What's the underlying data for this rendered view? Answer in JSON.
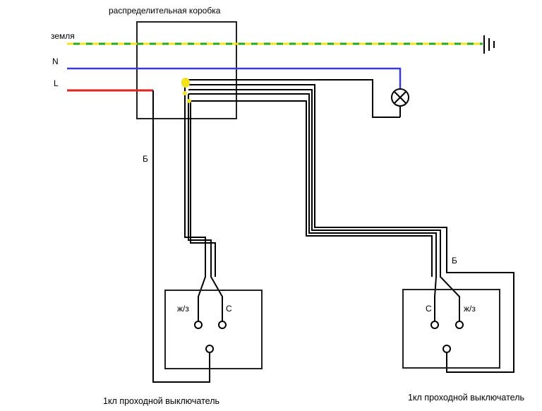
{
  "labels": {
    "junction_box": "распределительная коробка",
    "ground": "земля",
    "neutral": "N",
    "line": "L",
    "wire_left": "Б",
    "wire_right": "Б",
    "switch_left_yz": "ж/з",
    "switch_left_c": "С",
    "switch_right_c": "С",
    "switch_right_yz": "ж/з",
    "caption_left": "1кл проходной выключатель",
    "caption_right": "1кл проходной выключатель"
  },
  "colors": {
    "ground_green": "#22aa22",
    "ground_yellow": "#f5e51a",
    "neutral": "#3a3ad8",
    "line": "#dd2222",
    "junction_dot": "#f2e21a",
    "wire": "#000000"
  },
  "icons": {
    "ground_symbol": "earth-ground-icon",
    "lamp": "lamp-icon"
  }
}
